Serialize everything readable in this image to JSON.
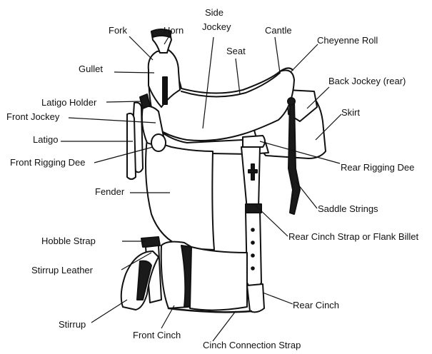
{
  "diagram": {
    "labels": {
      "fork": "Fork",
      "horn": "Horn",
      "side_jockey_line1": "Side",
      "side_jockey_line2": "Jockey",
      "cantle": "Cantle",
      "cheyenne_roll": "Cheyenne Roll",
      "seat": "Seat",
      "gullet": "Gullet",
      "back_jockey": "Back Jockey (rear)",
      "latigo_holder": "Latigo Holder",
      "front_jockey": "Front Jockey",
      "skirt": "Skirt",
      "latigo": "Latigo",
      "front_rigging_dee": "Front Rigging Dee",
      "rear_rigging_dee": "Rear Rigging Dee",
      "fender": "Fender",
      "saddle_strings": "Saddle Strings",
      "rear_cinch_strap": "Rear Cinch Strap or Flank Billet",
      "hobble_strap": "Hobble Strap",
      "stirrup_leather": "Stirrup Leather",
      "rear_cinch": "Rear Cinch",
      "stirrup": "Stirrup",
      "front_cinch": "Front Cinch",
      "cinch_connection_strap": "Cinch Connection Strap"
    },
    "colors": {
      "ink": "#111111",
      "fill": "#ffffff",
      "shade": "#1a1a1a"
    }
  }
}
